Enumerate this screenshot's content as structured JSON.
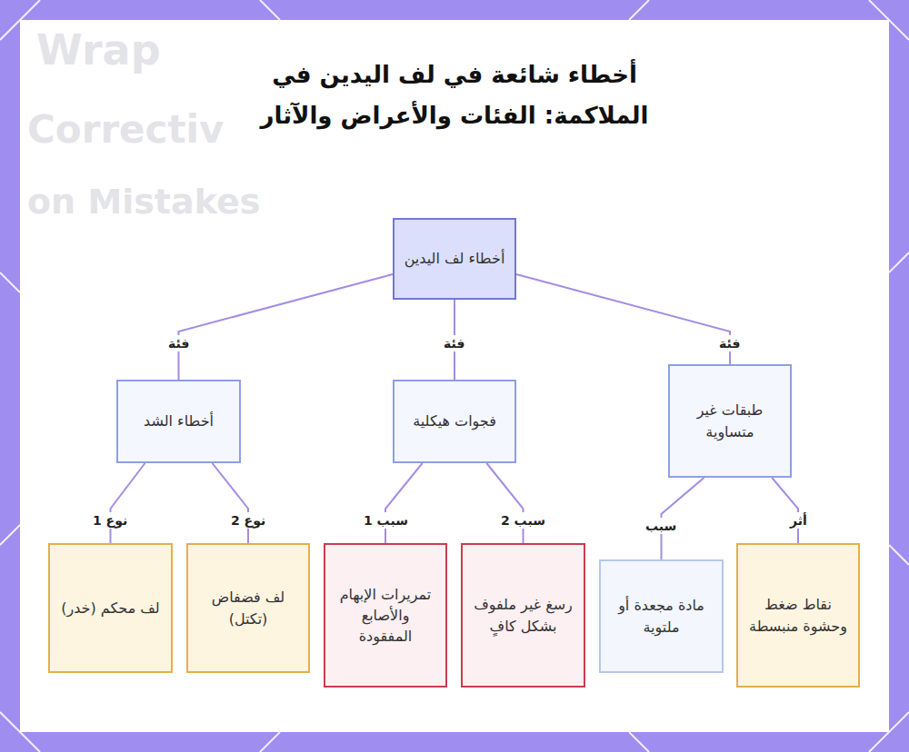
{
  "diagram": {
    "title": "أخطاء شائعة في لف اليدين في الملاكمة: الفئات والأعراض والآثار",
    "nodes": [
      {
        "text": [
          "أخطاء لف اليدين"
        ]
      },
      {
        "text": [
          "أخطاء الشد"
        ]
      },
      {
        "text": [
          "فجوات هيكلية"
        ]
      },
      {
        "text": [
          "طبقات غير متساوية"
        ]
      },
      {
        "text": [
          "لف محكم (خدر)"
        ]
      },
      {
        "text": [
          "لف فضفاض (تكتل)"
        ]
      },
      {
        "text": [
          "تمريرات الإبهام والأصابع المفقودة"
        ]
      },
      {
        "text": [
          "رسغ غير ملفوف بشكل كافٍ"
        ]
      },
      {
        "text": [
          "مادة مجعدة أو ملتوية"
        ]
      },
      {
        "text": [
          "نقاط ضغط وحشوة منبسطة"
        ]
      }
    ],
    "edges": [
      {
        "from": 0,
        "to": 1,
        "arrow": "none",
        "label": "فئة"
      },
      {
        "from": 0,
        "to": 2,
        "arrow": "none",
        "label": "فئة"
      },
      {
        "from": 0,
        "to": 3,
        "arrow": "none",
        "label": "فئة"
      },
      {
        "from": 1,
        "to": 4,
        "arrow": "none",
        "label": "نوع 1"
      },
      {
        "from": 1,
        "to": 5,
        "arrow": "none",
        "label": "نوع 2"
      },
      {
        "from": 2,
        "to": 6,
        "arrow": "none",
        "label": "سبب 1"
      },
      {
        "from": 2,
        "to": 7,
        "arrow": "none",
        "label": "سبب 2"
      },
      {
        "from": 3,
        "to": 8,
        "arrow": "none",
        "label": "سبب"
      },
      {
        "from": 3,
        "to": 9,
        "arrow": "none",
        "label": "أثر"
      }
    ],
    "labels": [
      "Wrap",
      "Correctiv",
      "on Mistakes"
    ]
  }
}
